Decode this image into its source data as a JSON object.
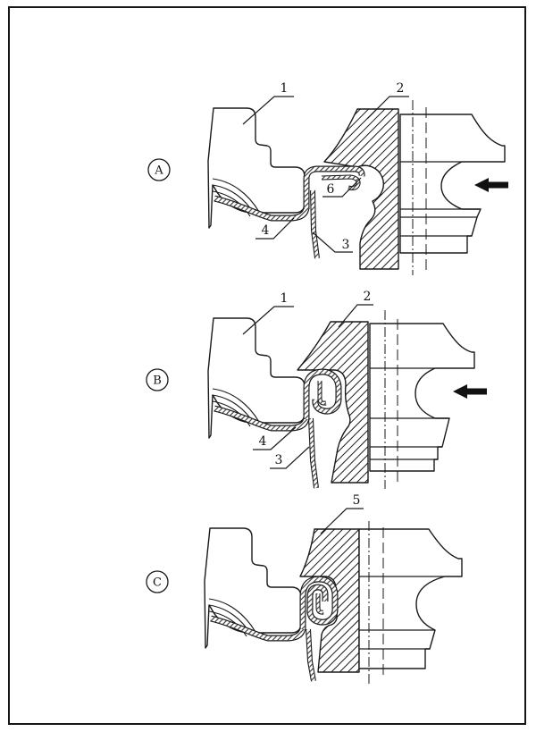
{
  "figure": {
    "kind": "patent-style sectional drawing, three stages of a hemmed/clinched seam joint",
    "frame_color": "#161616",
    "background": "#ffffff",
    "panels": [
      {
        "label": "A",
        "callouts": [
          "1",
          "2",
          "6",
          "4",
          "3"
        ],
        "arrow_direction": "left"
      },
      {
        "label": "B",
        "callouts": [
          "1",
          "2",
          "4",
          "3"
        ],
        "arrow_direction": "left"
      },
      {
        "label": "C",
        "callouts": [
          "5"
        ],
        "arrow_direction": "none"
      }
    ]
  }
}
